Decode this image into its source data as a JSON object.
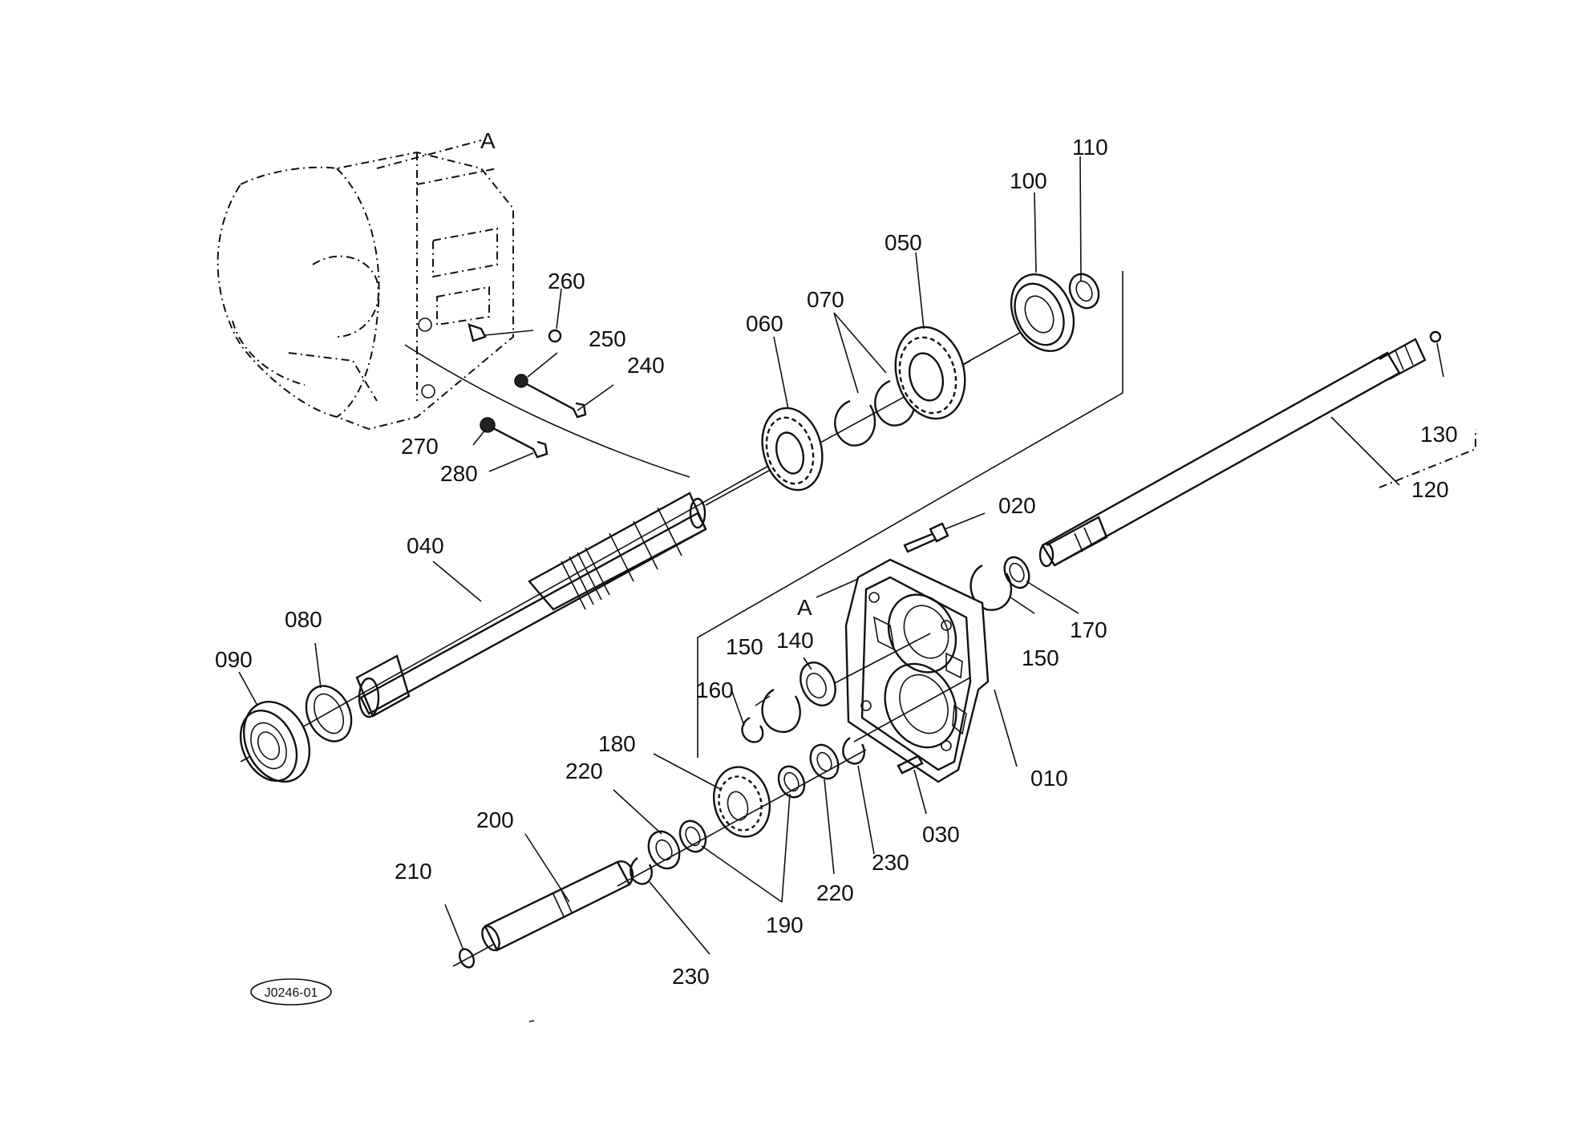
{
  "diagram": {
    "reference_code": "J0246-01",
    "view_marker": "A",
    "part_numbers": [
      "010",
      "020",
      "030",
      "040",
      "050",
      "060",
      "070",
      "080",
      "090",
      "100",
      "110",
      "120",
      "130",
      "140",
      "150",
      "160",
      "170",
      "180",
      "190",
      "200",
      "210",
      "220",
      "230",
      "240",
      "250",
      "260",
      "270",
      "280"
    ]
  },
  "labels": {
    "l110": "110",
    "l100": "100",
    "l050": "050",
    "l070": "070",
    "l060": "060",
    "l260": "260",
    "l250": "250",
    "l240": "240",
    "l270": "270",
    "l280": "280",
    "l130": "130",
    "l120": "120",
    "l020": "020",
    "l040": "040",
    "l080": "080",
    "l090": "090",
    "lA_top": "A",
    "lA_mid": "A",
    "l150a": "150",
    "l140": "140",
    "l160": "160",
    "l150b": "150",
    "l170": "170",
    "l010": "010",
    "l180": "180",
    "l220a": "220",
    "l200": "200",
    "l210": "210",
    "l190": "190",
    "l230a": "230",
    "l220b": "220",
    "l230b": "230",
    "l030": "030"
  }
}
